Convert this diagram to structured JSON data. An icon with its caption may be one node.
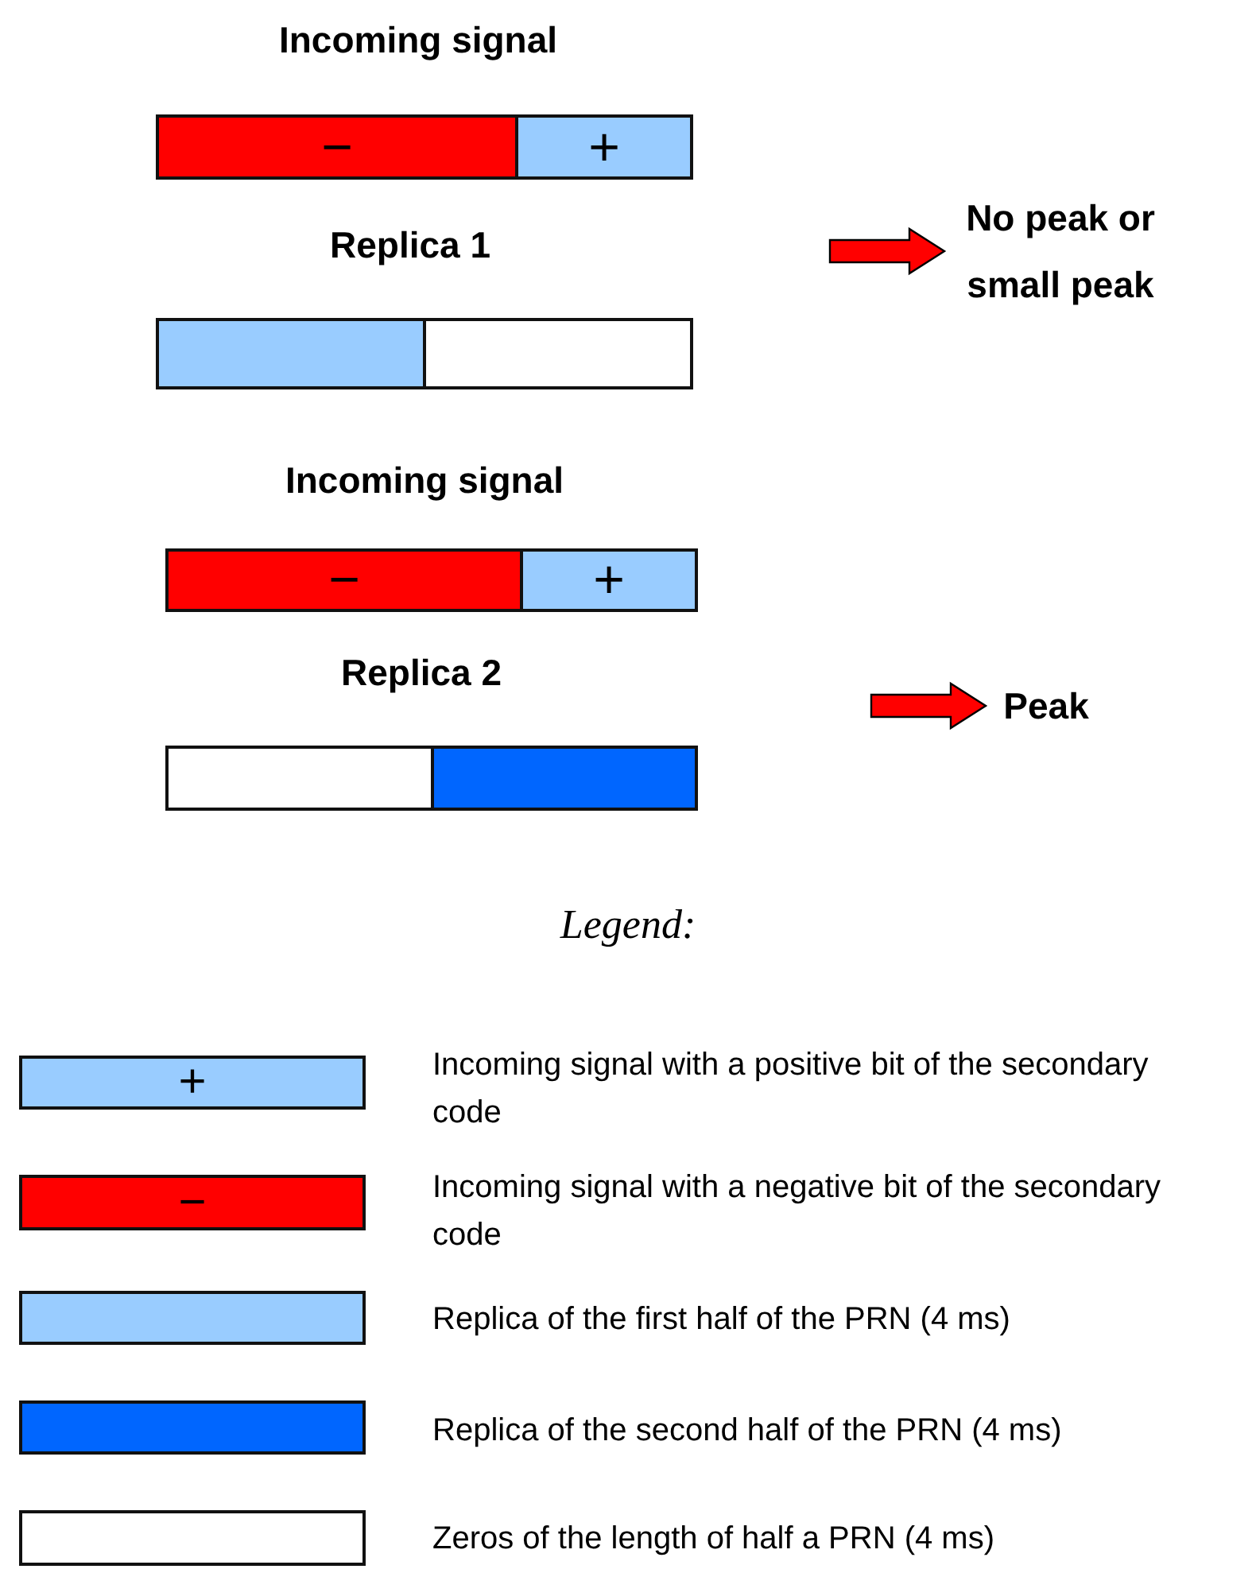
{
  "diagram": {
    "nodes": [
      {
        "text": [
          "−"
        ]
      },
      {
        "text": [
          "+"
        ]
      },
      {
        "text": [],
        "shape": "bar"
      },
      {
        "text": [],
        "shape": "bar"
      },
      {
        "text": [
          "−"
        ]
      },
      {
        "text": [
          "+"
        ]
      },
      {
        "text": [],
        "shape": "bar"
      },
      {
        "text": [],
        "shape": "bar"
      },
      {
        "text": [
          "No peak or small peak"
        ]
      },
      {
        "text": [
          "Peak"
        ]
      }
    ],
    "edges": [
      {
        "from": null,
        "to": 8,
        "arrow": "to"
      },
      {
        "from": null,
        "to": 9,
        "arrow": "to"
      }
    ],
    "labels": [
      "Incoming signal",
      "Replica 1",
      "Incoming signal",
      "Replica 2",
      "Legend:",
      "+",
      "−"
    ],
    "legend": [
      {
        "text": "Incoming signal with a positive bit of the secondary code",
        "color": "#99ccff"
      },
      {
        "text": "Incoming signal with a negative bit of the secondary code",
        "color": "#ff0000"
      },
      {
        "text": "Replica of the first half of the PRN (4 ms)",
        "color": "#99ccff"
      },
      {
        "text": "Replica of the second half of the PRN (4 ms)",
        "color": "#0066ff"
      },
      {
        "text": "Zeros of the length of half a PRN (4 ms)",
        "color": "#ffffff"
      }
    ]
  }
}
